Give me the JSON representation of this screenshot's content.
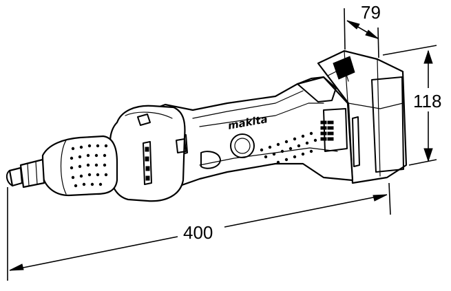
{
  "diagram": {
    "brand": "makita",
    "dimensions": {
      "length": "400",
      "height": "118",
      "depth": "79"
    },
    "colors": {
      "line": "#000000",
      "background": "#ffffff"
    }
  }
}
